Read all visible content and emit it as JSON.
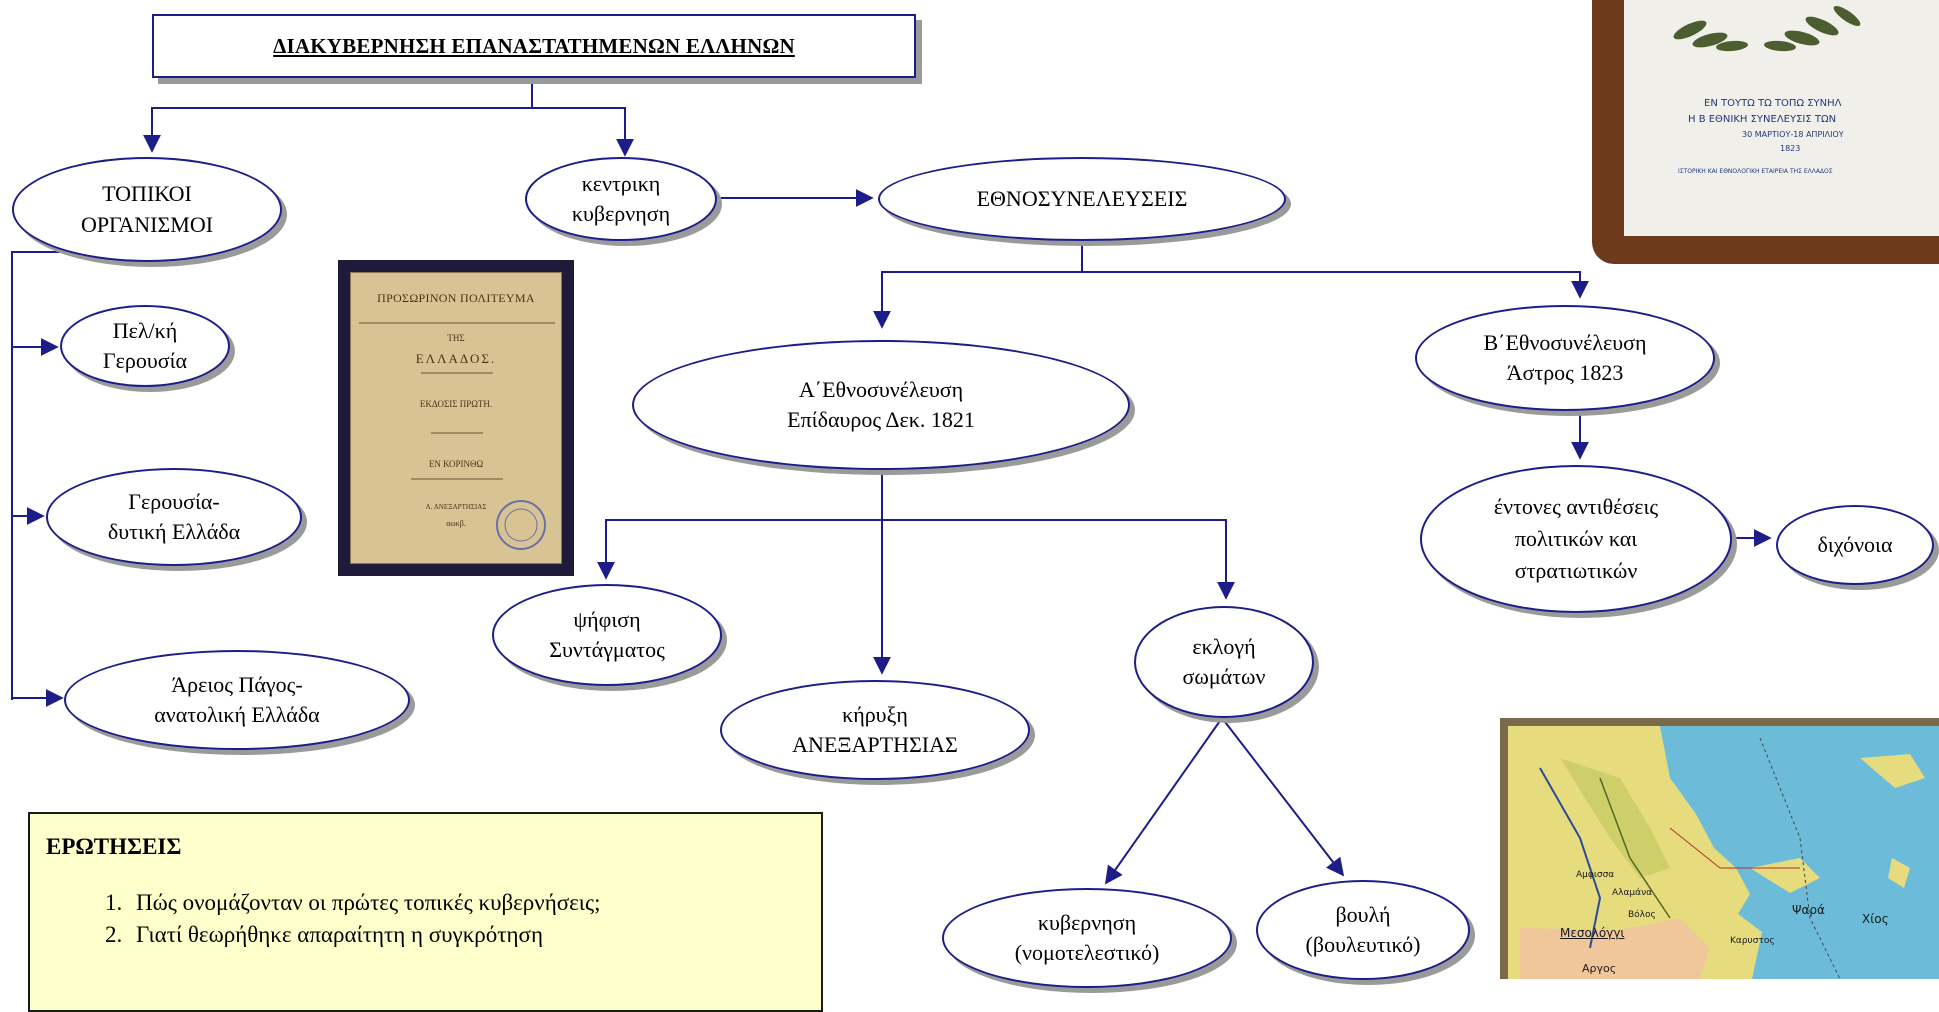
{
  "title": "ΔΙΑΚΥΒΕΡΝΗΣΗ ΕΠΑΝΑΣΤΑΤΗΜΕΝΩΝ ΕΛΛΗΝΩΝ",
  "nodes": {
    "topikoi": [
      "ΤΟΠΙΚΟΙ",
      "ΟΡΓΑΝΙΣΜΟΙ"
    ],
    "kentriki": [
      "κεντρικη",
      "κυβερνηση"
    ],
    "ethnosyneleuseis": [
      "ΕΘΝΟΣΥΝΕΛΕΥΣΕΙΣ"
    ],
    "pelopon": [
      "Πελ/κή",
      "Γερουσία"
    ],
    "dytiki": [
      "Γερουσία-",
      "δυτική Ελλάδα"
    ],
    "areios": [
      "Άρειος Πάγος-",
      "ανατολική Ελλάδα"
    ],
    "a_ethno": [
      "Α΄Εθνοσυνέλευση",
      "Επίδαυρος Δεκ. 1821"
    ],
    "b_ethno": [
      "Β΄Εθνοσυνέλευση",
      "Άστρος 1823"
    ],
    "psifisi": [
      "ψήφιση",
      "Συντάγματος"
    ],
    "kiryxi": [
      "κήρυξη",
      "ΑΝΕΞΑΡΤΗΣΙΑΣ"
    ],
    "eklogi": [
      "εκλογή",
      "σωμάτων"
    ],
    "kyvernisi": [
      "κυβερνηση",
      "(νομοτελεστικό)"
    ],
    "vouli": [
      "βουλή",
      "(βουλευτικό)"
    ],
    "antitheseis": [
      "έντονες αντιθέσεις",
      "πολιτικών και",
      "στρατιωτικών"
    ],
    "dichonoia": [
      "διχόνοια"
    ]
  },
  "book": {
    "lines": [
      "ΠΡΟΣΩΡΙΝΟΝ ΠΟΛΙΤΕΥΜΑ",
      "ΤΗΣ",
      "ΕΛΛΑΔΟΣ.",
      "ΕΚΔΟΣΙΣ ΠΡΩΤΗ.",
      "ΕΝ ΚΟΡΙΝΘΩ",
      "Α. ΑΝΕΞΑΡΤΗΣΙΑΣ",
      "αωκβ."
    ]
  },
  "plaque": {
    "lines": [
      "ΕΝ ΤΟΥΤΩ ΤΩ ΤΟΠΩ ΣΥΝΗΛ",
      "Η Β ΕΘΝΙΚΗ ΣΥΝΕΛΕΥΣΙΣ ΤΩΝ",
      "30 ΜΑΡΤΙΟΥ-18 ΑΠΡΙΛΙΟΥ",
      "1823",
      "ΙΣΤΟΡΙΚΗ ΚΑΙ ΕΘΝΟΛΟΓΙΚΗ ΕΤΑΙΡΕΙΑ ΤΗΣ ΕΛΛΑΔΟΣ"
    ]
  },
  "map": {
    "labels": [
      "Μεσολόγγι",
      "Αμφισσα",
      "Αλαμάνα",
      "Ψαρά",
      "Χίος",
      "Καρυστος",
      "Αργος",
      "Βόλος"
    ]
  },
  "questions": {
    "heading": "ΕΡΩΤΗΣΕΙΣ",
    "items": [
      "Πώς ονομάζονταν οι πρώτες τοπικές κυβερνήσεις;",
      "Γιατί θεωρήθηκε απαραίτητη η συγκρότηση"
    ]
  }
}
